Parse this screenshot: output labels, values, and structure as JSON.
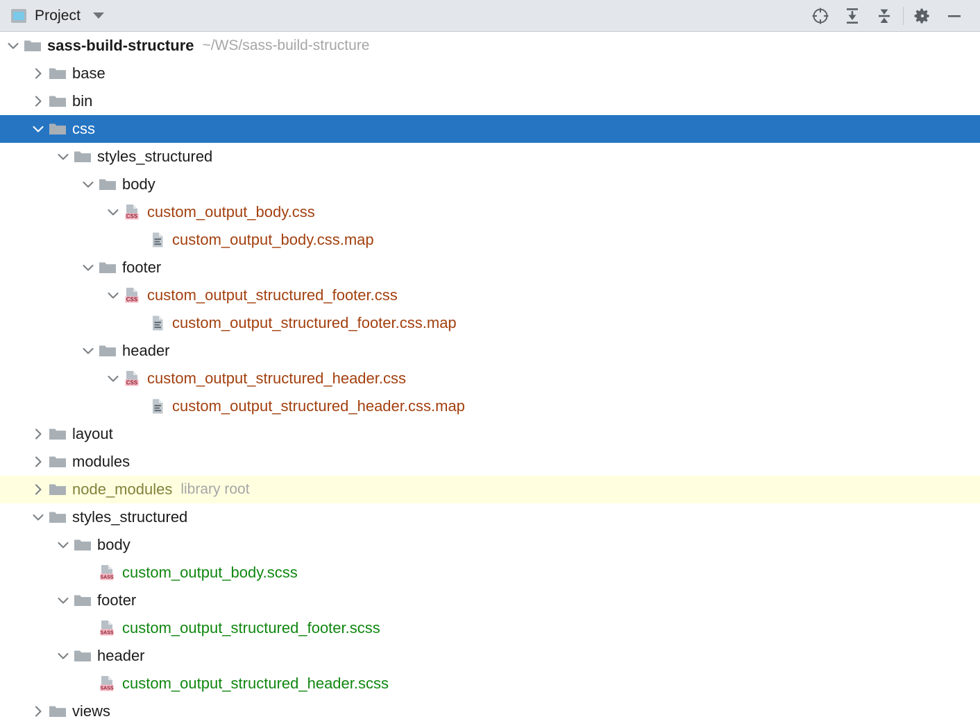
{
  "toolbar": {
    "tab_label": "Project",
    "tab_icon": "project-tool-window-icon",
    "dropdown_icon": "chevron-down-icon",
    "buttons": [
      {
        "name": "locate-icon",
        "title": "Select Opened File"
      },
      {
        "name": "expand-all-icon",
        "title": "Expand All"
      },
      {
        "name": "collapse-all-icon",
        "title": "Collapse All"
      },
      {
        "name": "settings-gear-icon",
        "title": "Settings"
      },
      {
        "name": "hide-icon",
        "title": "Hide"
      }
    ]
  },
  "colors": {
    "toolbar_bg": "#e3e7eb",
    "selection_blue": "#2675c2",
    "library_yellow": "#ffffe0",
    "css_file_text": "#a3400f",
    "scss_file_text": "#108710",
    "library_label": "#81813b",
    "annotation_grey": "#a6a6a6",
    "folder_grey": "#a8b0b6"
  },
  "tree": {
    "nodes": [
      {
        "depth": 0,
        "state": "expanded",
        "icon": "folder-icon",
        "label": "sass-build-structure",
        "bold": true,
        "annot": "~/WS/sass-build-structure"
      },
      {
        "depth": 1,
        "state": "collapsed",
        "icon": "folder-icon",
        "label": "base"
      },
      {
        "depth": 1,
        "state": "collapsed",
        "icon": "folder-icon",
        "label": "bin"
      },
      {
        "depth": 1,
        "state": "expanded",
        "icon": "folder-icon",
        "label": "css",
        "selected": true
      },
      {
        "depth": 2,
        "state": "expanded",
        "icon": "folder-icon",
        "label": "styles_structured"
      },
      {
        "depth": 3,
        "state": "expanded",
        "icon": "folder-icon",
        "label": "body"
      },
      {
        "depth": 4,
        "state": "expanded",
        "icon": "css-file-icon",
        "label": "custom_output_body.css",
        "color": "red"
      },
      {
        "depth": 5,
        "state": "leaf",
        "icon": "map-file-icon",
        "label": "custom_output_body.css.map",
        "color": "red"
      },
      {
        "depth": 3,
        "state": "expanded",
        "icon": "folder-icon",
        "label": "footer"
      },
      {
        "depth": 4,
        "state": "expanded",
        "icon": "css-file-icon",
        "label": "custom_output_structured_footer.css",
        "color": "red"
      },
      {
        "depth": 5,
        "state": "leaf",
        "icon": "map-file-icon",
        "label": "custom_output_structured_footer.css.map",
        "color": "red"
      },
      {
        "depth": 3,
        "state": "expanded",
        "icon": "folder-icon",
        "label": "header"
      },
      {
        "depth": 4,
        "state": "expanded",
        "icon": "css-file-icon",
        "label": "custom_output_structured_header.css",
        "color": "red"
      },
      {
        "depth": 5,
        "state": "leaf",
        "icon": "map-file-icon",
        "label": "custom_output_structured_header.css.map",
        "color": "red"
      },
      {
        "depth": 1,
        "state": "collapsed",
        "icon": "folder-icon",
        "label": "layout"
      },
      {
        "depth": 1,
        "state": "collapsed",
        "icon": "folder-icon",
        "label": "modules"
      },
      {
        "depth": 1,
        "state": "collapsed",
        "icon": "folder-icon",
        "label": "node_modules",
        "color": "olive",
        "annot": "library root",
        "library": true
      },
      {
        "depth": 1,
        "state": "expanded",
        "icon": "folder-icon",
        "label": "styles_structured"
      },
      {
        "depth": 2,
        "state": "expanded",
        "icon": "folder-icon",
        "label": "body"
      },
      {
        "depth": 3,
        "state": "leaf",
        "icon": "sass-file-icon",
        "label": "custom_output_body.scss",
        "color": "green"
      },
      {
        "depth": 2,
        "state": "expanded",
        "icon": "folder-icon",
        "label": "footer"
      },
      {
        "depth": 3,
        "state": "leaf",
        "icon": "sass-file-icon",
        "label": "custom_output_structured_footer.scss",
        "color": "green"
      },
      {
        "depth": 2,
        "state": "expanded",
        "icon": "folder-icon",
        "label": "header"
      },
      {
        "depth": 3,
        "state": "leaf",
        "icon": "sass-file-icon",
        "label": "custom_output_structured_header.scss",
        "color": "green"
      },
      {
        "depth": 1,
        "state": "collapsed",
        "icon": "folder-icon",
        "label": "views"
      }
    ]
  }
}
